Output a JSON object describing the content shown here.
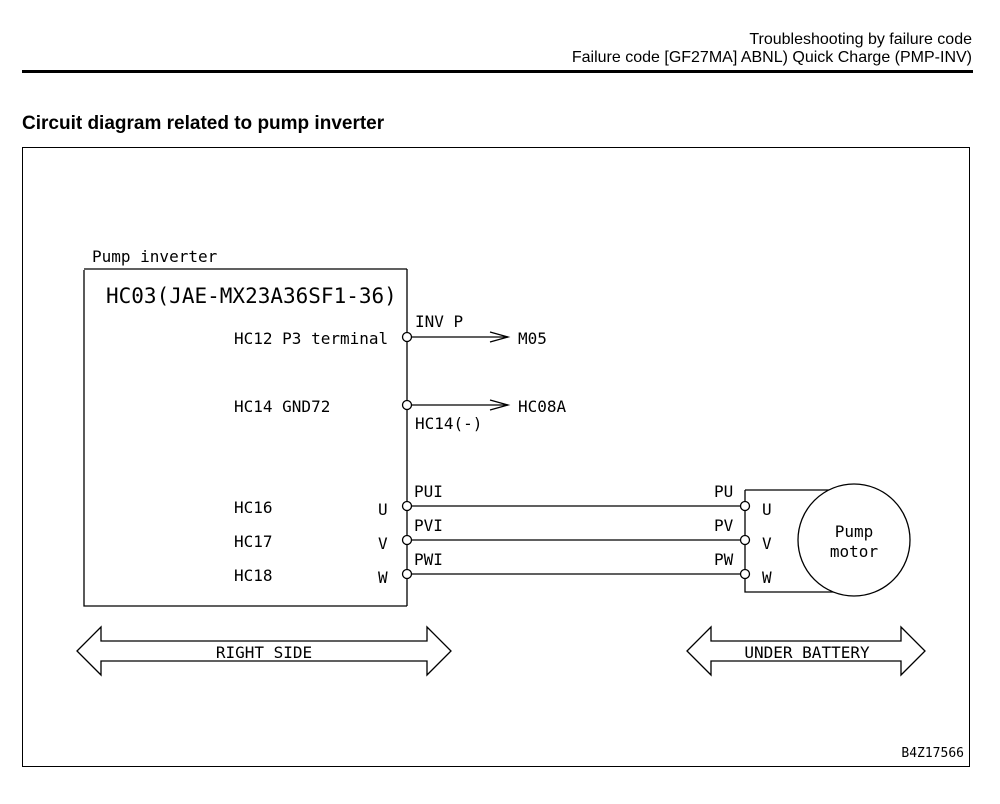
{
  "header": {
    "line1": "Troubleshooting by failure code",
    "line2": "Failure code [GF27MA] ABNL) Quick Charge (PMP-INV)"
  },
  "section_title": "Circuit diagram related to pump inverter",
  "diagram": {
    "inverter_label": "Pump inverter",
    "connector": "HC03(JAE-MX23A36SF1-36)",
    "pins": {
      "hc12": "HC12 P3 terminal",
      "hc14": "HC14 GND72",
      "hc16": "HC16",
      "hc17": "HC17",
      "hc18": "HC18"
    },
    "phase_letters": {
      "u": "U",
      "v": "V",
      "w": "W"
    },
    "wires": {
      "inv_p": "INV P",
      "hc14_neg": "HC14(-)",
      "pui": "PUI",
      "pvi": "PVI",
      "pwi": "PWI"
    },
    "destinations": {
      "m05": "M05",
      "hc08a": "HC08A"
    },
    "motor_pins": {
      "pu": "PU",
      "pv": "PV",
      "pw": "PW"
    },
    "motor_phases": {
      "u": "U",
      "v": "V",
      "w": "W"
    },
    "motor_label": {
      "line1": "Pump",
      "line2": "motor"
    },
    "locations": {
      "left": "RIGHT SIDE",
      "right": "UNDER BATTERY"
    },
    "figure_id": "B4Z17566"
  }
}
